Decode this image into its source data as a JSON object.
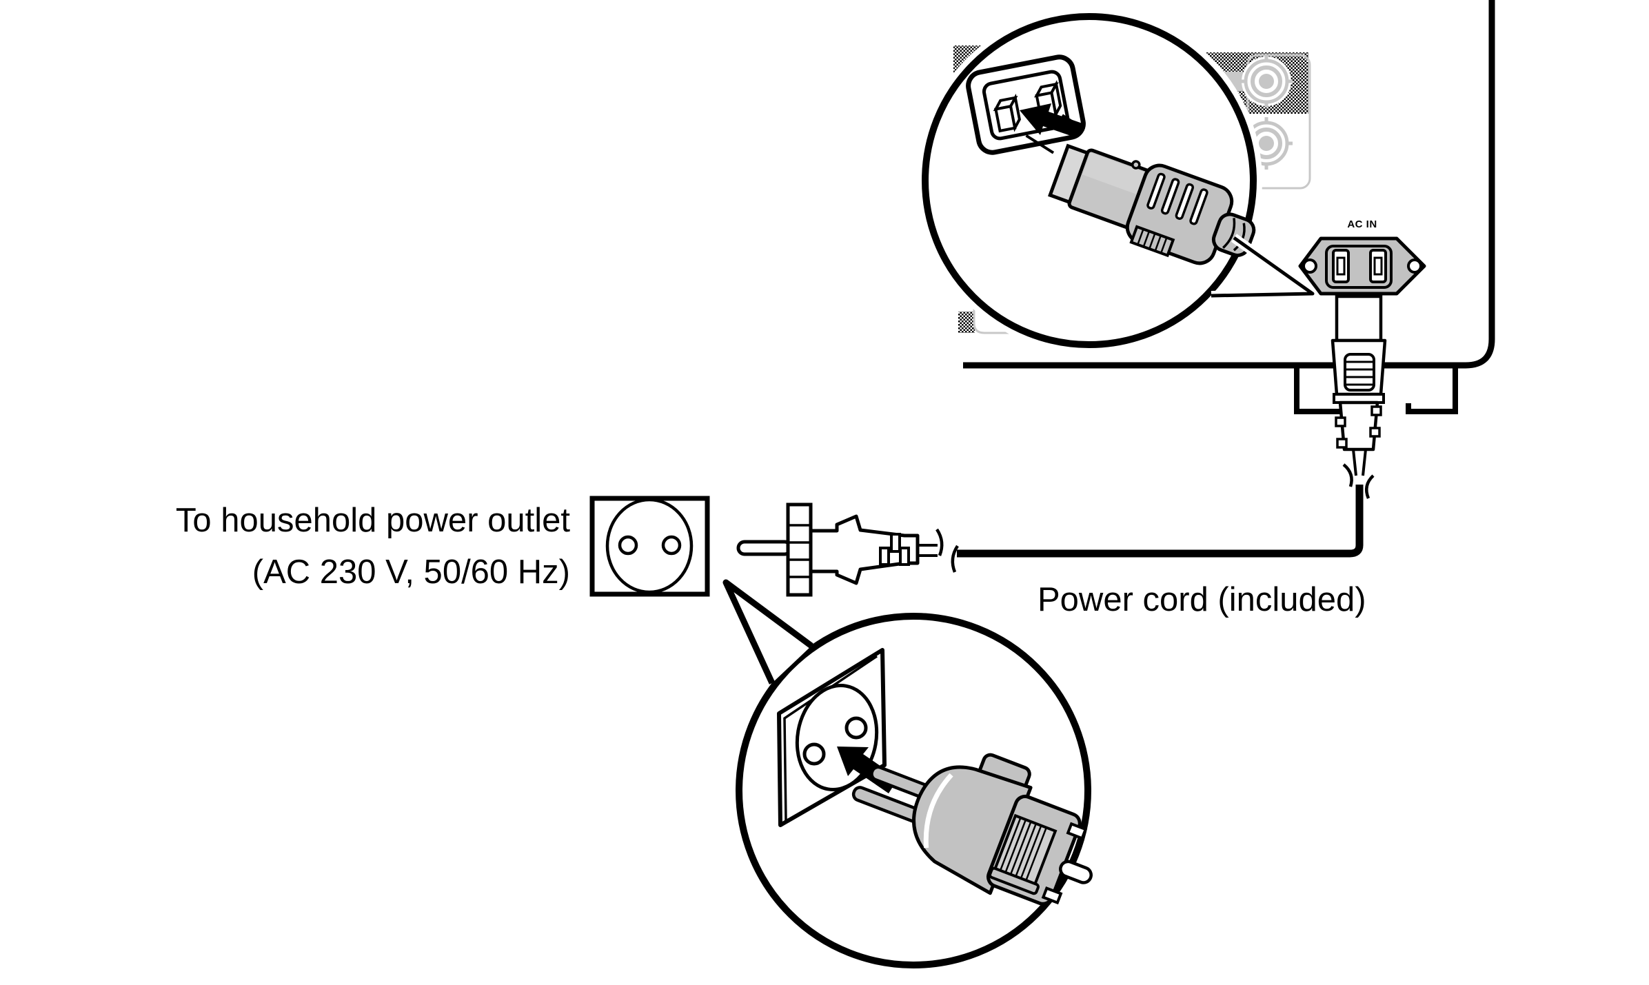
{
  "diagram": {
    "labels": {
      "household_outlet_line1": "To household power outlet",
      "household_outlet_line2": "(AC 230 V, 50/60 Hz)",
      "power_cord": "Power cord (included)",
      "ac_inlet": "AC IN"
    },
    "colors": {
      "line": "#000000",
      "background": "#ffffff",
      "plug_gray": "#c2c2c2",
      "panel_art_gray": "#c8c8c8",
      "rib_gray": "#d0d0d0"
    }
  }
}
